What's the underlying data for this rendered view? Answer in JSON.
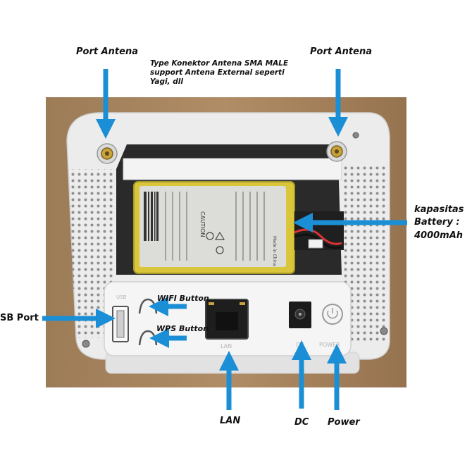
{
  "labels": {
    "port_antena_left": "Port Antena",
    "port_antena_right": "Port Antena",
    "connector_note_1": "Type Konektor Antena SMA MALE",
    "connector_note_2": "support Antena External seperti",
    "connector_note_3": "Yagi, dll",
    "battery_1": "kapasitas",
    "battery_2": "Battery :",
    "battery_3": "4000mAh",
    "wifi_button": "WIFI Button",
    "wps_button": "WPS Button",
    "usb_port": "SB Port",
    "lan": "LAN",
    "dc": "DC",
    "power": "Power"
  },
  "device_print": {
    "usb": "USB",
    "lan": "LAN",
    "dc": "DC",
    "power": "POWER",
    "battery_caution": "CAUTION",
    "battery_made_in": "Made in China"
  },
  "colors": {
    "arrow": "#1b8fd6",
    "table": "#a88661",
    "device": "#efefef",
    "battery": "#d9c63a"
  }
}
